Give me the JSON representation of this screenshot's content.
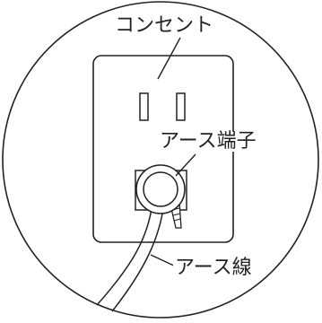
{
  "labels": {
    "outlet": "コンセント",
    "ground_terminal": "アース端子",
    "ground_wire": "アース線"
  },
  "colors": {
    "line": "#222222",
    "background": "#ffffff"
  }
}
